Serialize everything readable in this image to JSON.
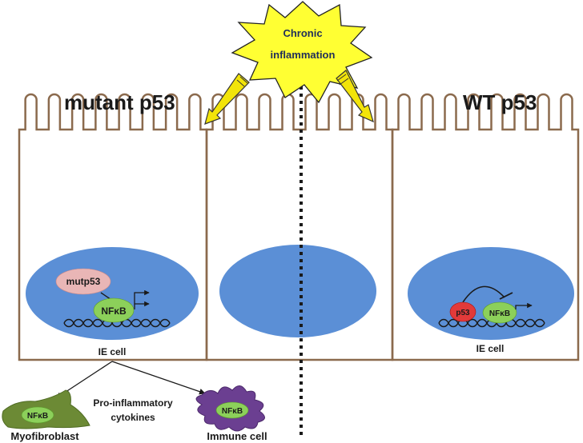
{
  "labels": {
    "left_title": "mutant p53",
    "right_title": "WT p53",
    "stimulus_line1": "Chronic",
    "stimulus_line2": "inflammation",
    "left_cell": "IE cell",
    "right_cell": "IE cell",
    "mutp53": "mutp53",
    "nfkb_left": "NFκB",
    "nfkb_right": "NFκB",
    "p53": "p53",
    "cytokines_line1": "Pro-inflammatory",
    "cytokines_line2": "cytokines",
    "myofibroblast": "Myofibroblast",
    "myofibroblast_nfkb": "NFκB",
    "immune_cell": "Immune cell",
    "immune_nfkb": "NFκB"
  },
  "colors": {
    "membrane": "#8b6a4d",
    "nucleus": "#5b8fd6",
    "mutp53": "#e9b6b6",
    "nfkb": "#8cd05a",
    "p53": "#e23a3a",
    "burst": "#ffff33",
    "arrow": "#f2e40a",
    "myofibroblast": "#6c8a35",
    "immune_cell": "#6b3f91"
  }
}
